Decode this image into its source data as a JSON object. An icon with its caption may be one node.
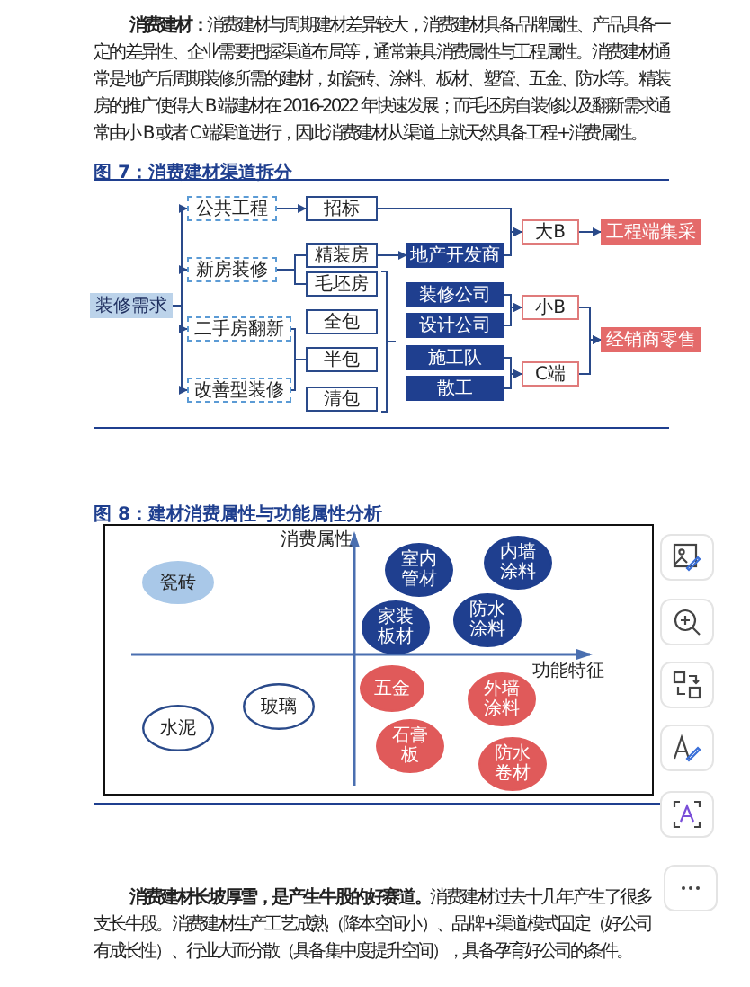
{
  "diagram": {
    "nodes": [
      {
        "text": [
          "装修需求"
        ]
      },
      {
        "text": [
          "公共工程"
        ]
      },
      {
        "text": [
          "新房装修"
        ]
      },
      {
        "text": [
          "二手房翻新"
        ]
      },
      {
        "text": [
          "改善型装修"
        ]
      },
      {
        "text": [
          "招标"
        ]
      },
      {
        "text": [
          "精装房"
        ]
      },
      {
        "text": [
          "毛坯房"
        ]
      },
      {
        "text": [
          "全包"
        ]
      },
      {
        "text": [
          "半包"
        ]
      },
      {
        "text": [
          "清包"
        ]
      },
      {
        "text": [
          "地产开发商"
        ]
      },
      {
        "text": [
          "装修公司"
        ]
      },
      {
        "text": [
          "设计公司"
        ]
      },
      {
        "text": [
          "施工队"
        ]
      },
      {
        "text": [
          "散工"
        ]
      },
      {
        "text": [
          "大B"
        ]
      },
      {
        "text": [
          "小B"
        ]
      },
      {
        "text": [
          "C端"
        ]
      },
      {
        "text": [
          "工程端集采"
        ]
      },
      {
        "text": [
          "经销商零售"
        ]
      },
      {
        "text": [
          "瓷砖"
        ]
      },
      {
        "text": [
          "室内管材"
        ]
      },
      {
        "text": [
          "内墙涂料"
        ]
      },
      {
        "text": [
          "家装板材"
        ]
      },
      {
        "text": [
          "防水涂料"
        ]
      },
      {
        "text": [
          "五金"
        ]
      },
      {
        "text": [
          "外墙涂料"
        ]
      },
      {
        "text": [
          "石膏板"
        ]
      },
      {
        "text": [
          "防水卷材"
        ]
      },
      {
        "text": [
          "玻璃"
        ]
      },
      {
        "text": [
          "水泥"
        ]
      }
    ],
    "edges": [
      {
        "from": 0,
        "to": 1,
        "arrow": "to"
      },
      {
        "from": 0,
        "to": 2,
        "arrow": "to"
      },
      {
        "from": 0,
        "to": 3,
        "arrow": "to"
      },
      {
        "from": 0,
        "to": 4,
        "arrow": "to"
      },
      {
        "from": 1,
        "to": 5,
        "arrow": "to"
      },
      {
        "from": 2,
        "to": 6,
        "arrow": "none"
      },
      {
        "from": 2,
        "to": 7,
        "arrow": "none"
      },
      {
        "from": 3,
        "to": 9,
        "arrow": "none"
      },
      {
        "from": 4,
        "to": 9,
        "arrow": "none"
      },
      {
        "from": 6,
        "to": 11,
        "arrow": "to"
      },
      {
        "from": 5,
        "to": 16,
        "arrow": "to"
      },
      {
        "from": 11,
        "to": 16,
        "arrow": "to"
      },
      {
        "from": 12,
        "to": 17,
        "arrow": "to"
      },
      {
        "from": 13,
        "to": 17,
        "arrow": "to"
      },
      {
        "from": 14,
        "to": 18,
        "arrow": "to"
      },
      {
        "from": 15,
        "to": 18,
        "arrow": "to"
      },
      {
        "from": 16,
        "to": 19,
        "arrow": "to"
      },
      {
        "from": 17,
        "to": 20,
        "arrow": "to"
      },
      {
        "from": 18,
        "to": 20,
        "arrow": "to"
      }
    ],
    "labels": [
      "**消费建材：**消费建材与周期建材差异较大，消费建材具备品牌属性、产品具备一定的差异性、企业需要把握渠道布局等，通常兼具消费属性与工程属性。消费建材通常是地产后周期装修所需的建材，如瓷砖、涂料、板材、塑管、五金、防水等。精装房的推广使得大 B 端建材在 2016-2022 年快速发展；而毛坯房自装修以及翻新需求通常由小 B 或者 C 端渠道进行，因此消费建材从渠道上就天然具备工程+消费属性。",
      "图 7：消费建材渠道拆分",
      "图 8：建材消费属性与功能属性分析",
      "消费属性",
      "功能特征",
      "**消费建材长坡厚雪，是产生牛股的好赛道。**消费建材过去十几年产生了很多支长牛股。消费建材生产工艺成熟（降本空间小）、品牌+渠道模式固定（好公司有成长性）、行业大而分散（具备集中度提升空间），具备孕育好公司的条件。"
    ]
  }
}
